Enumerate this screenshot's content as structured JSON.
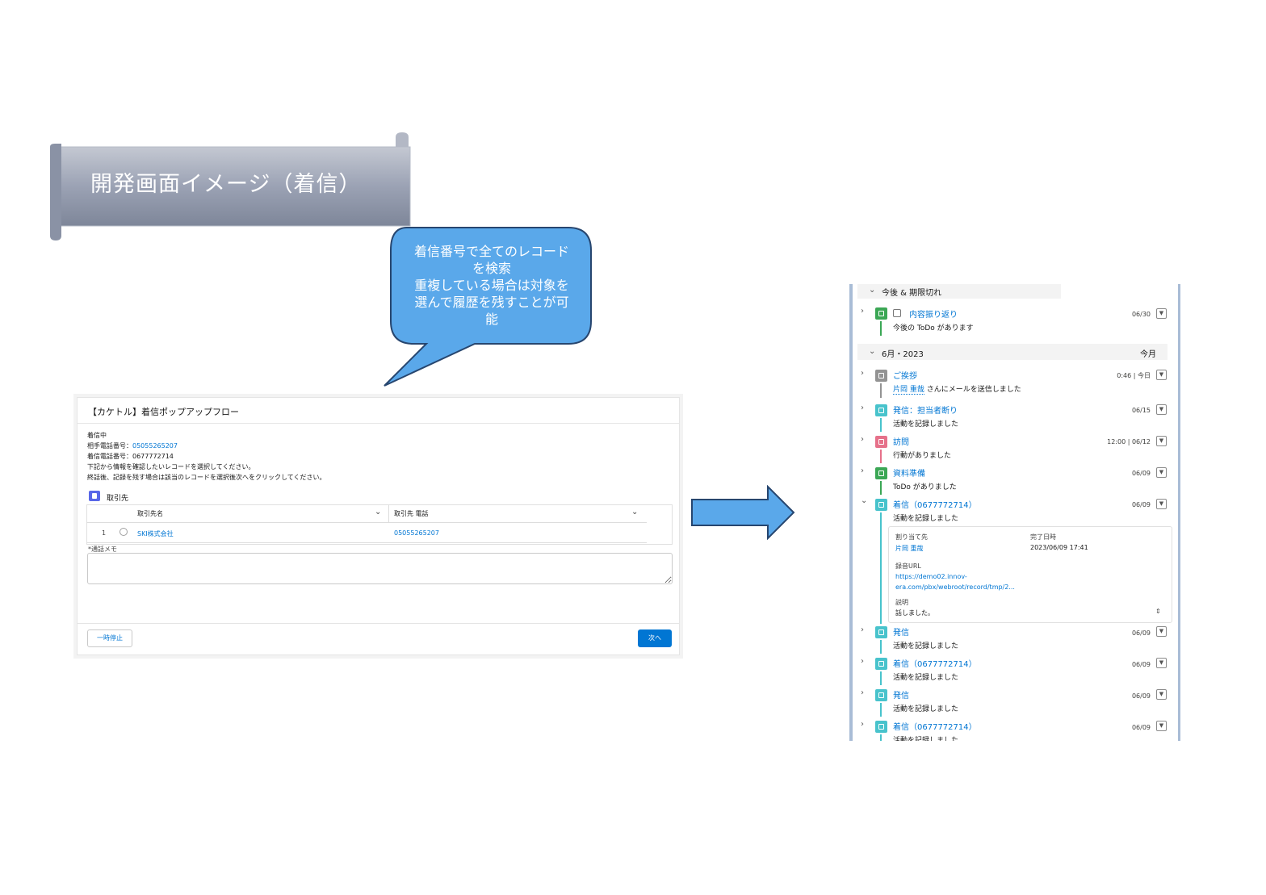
{
  "banner": {
    "title": "開発画面イメージ（着信）"
  },
  "callout": {
    "lines": [
      "着信番号で全てのレコード",
      "を検索",
      "重複している場合は対象を",
      "選んで履歴を残すことが可",
      "能"
    ]
  },
  "popup": {
    "title": "【カケトル】着信ポップアップフロー",
    "status": "着信中",
    "caller_label": "相手電話番号：",
    "caller_number": "05055265207",
    "incoming_label": "着信電話番号：",
    "incoming_number": "0677772714",
    "instruction1": "下記から情報を確認したいレコードを選択してください。",
    "instruction2": "終話後、記録を残す場合は該当のレコードを選択後次へをクリックしてください。",
    "object_label": "取引先",
    "columns": [
      "取引先名",
      "取引先 電話"
    ],
    "rows": [
      {
        "index": "1",
        "name": "SKI株式会社",
        "phone": "05055265207"
      }
    ],
    "memo_label": "*通話メモ",
    "pause_button": "一時停止",
    "next_button": "次へ"
  },
  "timeline": {
    "section_upcoming": "今後 & 期限切れ",
    "section_month": "6月・2023",
    "section_month_right": "今月",
    "items": [
      {
        "icon": "task-icon",
        "color": "#3ba755",
        "title": "内容振り返り",
        "sub": "今後の ToDo があります",
        "date": "06/30",
        "checkbox": true
      },
      {
        "icon": "email-icon",
        "color": "#939393",
        "title": "ご挨拶",
        "sub_link": "片岡 重哉",
        "sub": "さんにメールを送信しました",
        "date": "0:46 | 今日"
      },
      {
        "icon": "call-icon",
        "color": "#48c3cc",
        "title": "発信：担当者断り",
        "sub": "活動を記録しました",
        "date": "06/15"
      },
      {
        "icon": "event-icon",
        "color": "#e6718a",
        "title": "訪問",
        "sub": "行動がありました",
        "date": "12:00 | 06/12"
      },
      {
        "icon": "task-icon",
        "color": "#3ba755",
        "title": "資料準備",
        "sub": "ToDo がありました",
        "date": "06/09"
      },
      {
        "icon": "call-icon",
        "color": "#48c3cc",
        "title": "着信（0677772714）",
        "sub": "活動を記録しました",
        "date": "06/09"
      },
      {
        "icon": "call-icon",
        "color": "#48c3cc",
        "title": "発信",
        "sub": "活動を記録しました",
        "date": "06/09"
      },
      {
        "icon": "call-icon",
        "color": "#48c3cc",
        "title": "着信（0677772714）",
        "sub": "活動を記録しました",
        "date": "06/09"
      },
      {
        "icon": "call-icon",
        "color": "#48c3cc",
        "title": "発信",
        "sub": "活動を記録しました",
        "date": "06/09"
      },
      {
        "icon": "call-icon",
        "color": "#48c3cc",
        "title": "着信（0677772714）",
        "sub": "活動を記録しました",
        "date": "06/09"
      }
    ],
    "detail": {
      "assignee_label": "割り当て先",
      "assignee": "片岡 重哉",
      "completed_label": "完了日時",
      "completed": "2023/06/09 17:41",
      "recording_label": "録音URL",
      "recording_url1": "https://demo02.innov-",
      "recording_url2": "era.com/pbx/webroot/record/tmp/2...",
      "description_label": "説明",
      "description": "話しました。"
    }
  }
}
